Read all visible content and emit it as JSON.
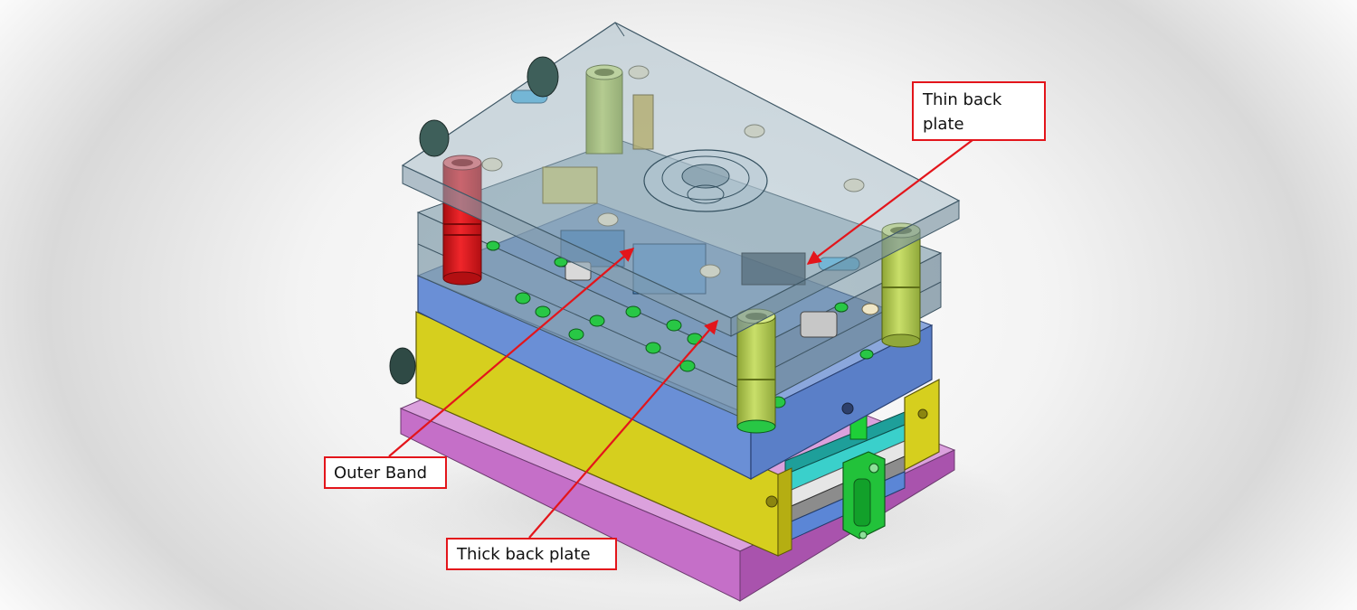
{
  "callouts": {
    "thin_back_plate": "Thin back\nplate",
    "outer_band": "Outer Band",
    "thick_back_plate": "Thick back plate"
  },
  "colors": {
    "callout_border": "#e3151b",
    "leader_line": "#e3151b",
    "base_plate": "#c56fc8",
    "clamp_plate": "#d6cf1e",
    "blue_plate": "#6a8fd6",
    "glass_plate": "#8fa7b8",
    "red_guide": "#e0161a",
    "yellow_green_guides": "#b8d24a",
    "green_parts": "#22c23a"
  }
}
